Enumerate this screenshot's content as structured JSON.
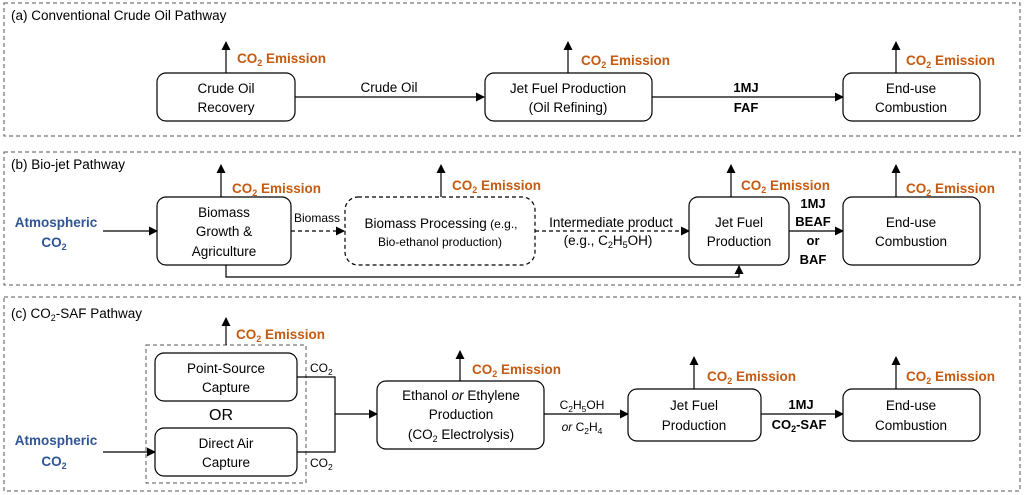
{
  "colors": {
    "emission": "#c55a11",
    "atmospheric": "#2e5597",
    "lines": "#000000",
    "panel_border": "#555555"
  },
  "emission": {
    "prefix": "CO",
    "sub": "2",
    "suffix": " Emission"
  },
  "panel_a": {
    "title": "(a) Conventional Crude Oil Pathway",
    "crude_recovery": {
      "line1": "Crude Oil",
      "line2": "Recovery"
    },
    "crude_oil_label": "Crude Oil",
    "jet_fuel_production": {
      "line1": "Jet Fuel Production",
      "line2": "(Oil Refining)"
    },
    "faf_label": {
      "line1": "1MJ",
      "line2": "FAF"
    },
    "end_use": {
      "line1": "End-use",
      "line2": "Combustion"
    }
  },
  "panel_b": {
    "title": "(b) Bio-jet Pathway",
    "atmospheric": {
      "line1": "Atmospheric",
      "line2_prefix": "CO",
      "line2_sub": "2"
    },
    "biomass_growth": {
      "line1": "Biomass",
      "line2": "Growth &",
      "line3": "Agriculture"
    },
    "biomass_label": "Biomass",
    "biomass_processing": {
      "line1_main": "Biomass Processing",
      "line1_small": " (e.g.,",
      "line2": "Bio-ethanol production)"
    },
    "intermediate": {
      "line1": "Intermediate product",
      "line2_pre": "(e.g., C",
      "sub1": "2",
      "mid": "H",
      "sub2": "5",
      "line2_post": "OH)"
    },
    "jet_fuel_production": {
      "line1": "Jet Fuel",
      "line2": "Production"
    },
    "beaf_label": {
      "line1": "1MJ",
      "line2": "BEAF",
      "line3": "or",
      "line4": "BAF"
    },
    "end_use": {
      "line1": "End-use",
      "line2": "Combustion"
    }
  },
  "panel_c": {
    "title_prefix": "(c) CO",
    "title_sub": "2",
    "title_suffix": "-SAF Pathway",
    "atmospheric": {
      "line1": "Atmospheric",
      "line2_prefix": "CO",
      "line2_sub": "2"
    },
    "point_source": {
      "line1": "Point-Source",
      "line2": "Capture"
    },
    "or_label": "OR",
    "direct_air": {
      "line1": "Direct Air",
      "line2": "Capture"
    },
    "co2_label": {
      "prefix": "CO",
      "sub": "2"
    },
    "ethanol_production": {
      "line1_a": "Ethanol ",
      "line1_or": "or",
      "line1_b": " Ethylene",
      "line2": "Production",
      "line3_pre": "(CO",
      "line3_sub": "2",
      "line3_post": " Electrolysis)"
    },
    "product_label": {
      "line1_pre": "C",
      "sub1": "2",
      "mid1": "H",
      "sub2": "5",
      "line1_post": "OH",
      "line2_or": "or",
      "line2_pre": " C",
      "sub3": "2",
      "mid2": "H",
      "sub4": "4"
    },
    "jet_fuel_production": {
      "line1": "Jet Fuel",
      "line2": "Production"
    },
    "saf_label": {
      "line1": "1MJ",
      "line2_prefix": "CO",
      "line2_sub": "2",
      "line2_suffix": "-SAF"
    },
    "end_use": {
      "line1": "End-use",
      "line2": "Combustion"
    }
  }
}
